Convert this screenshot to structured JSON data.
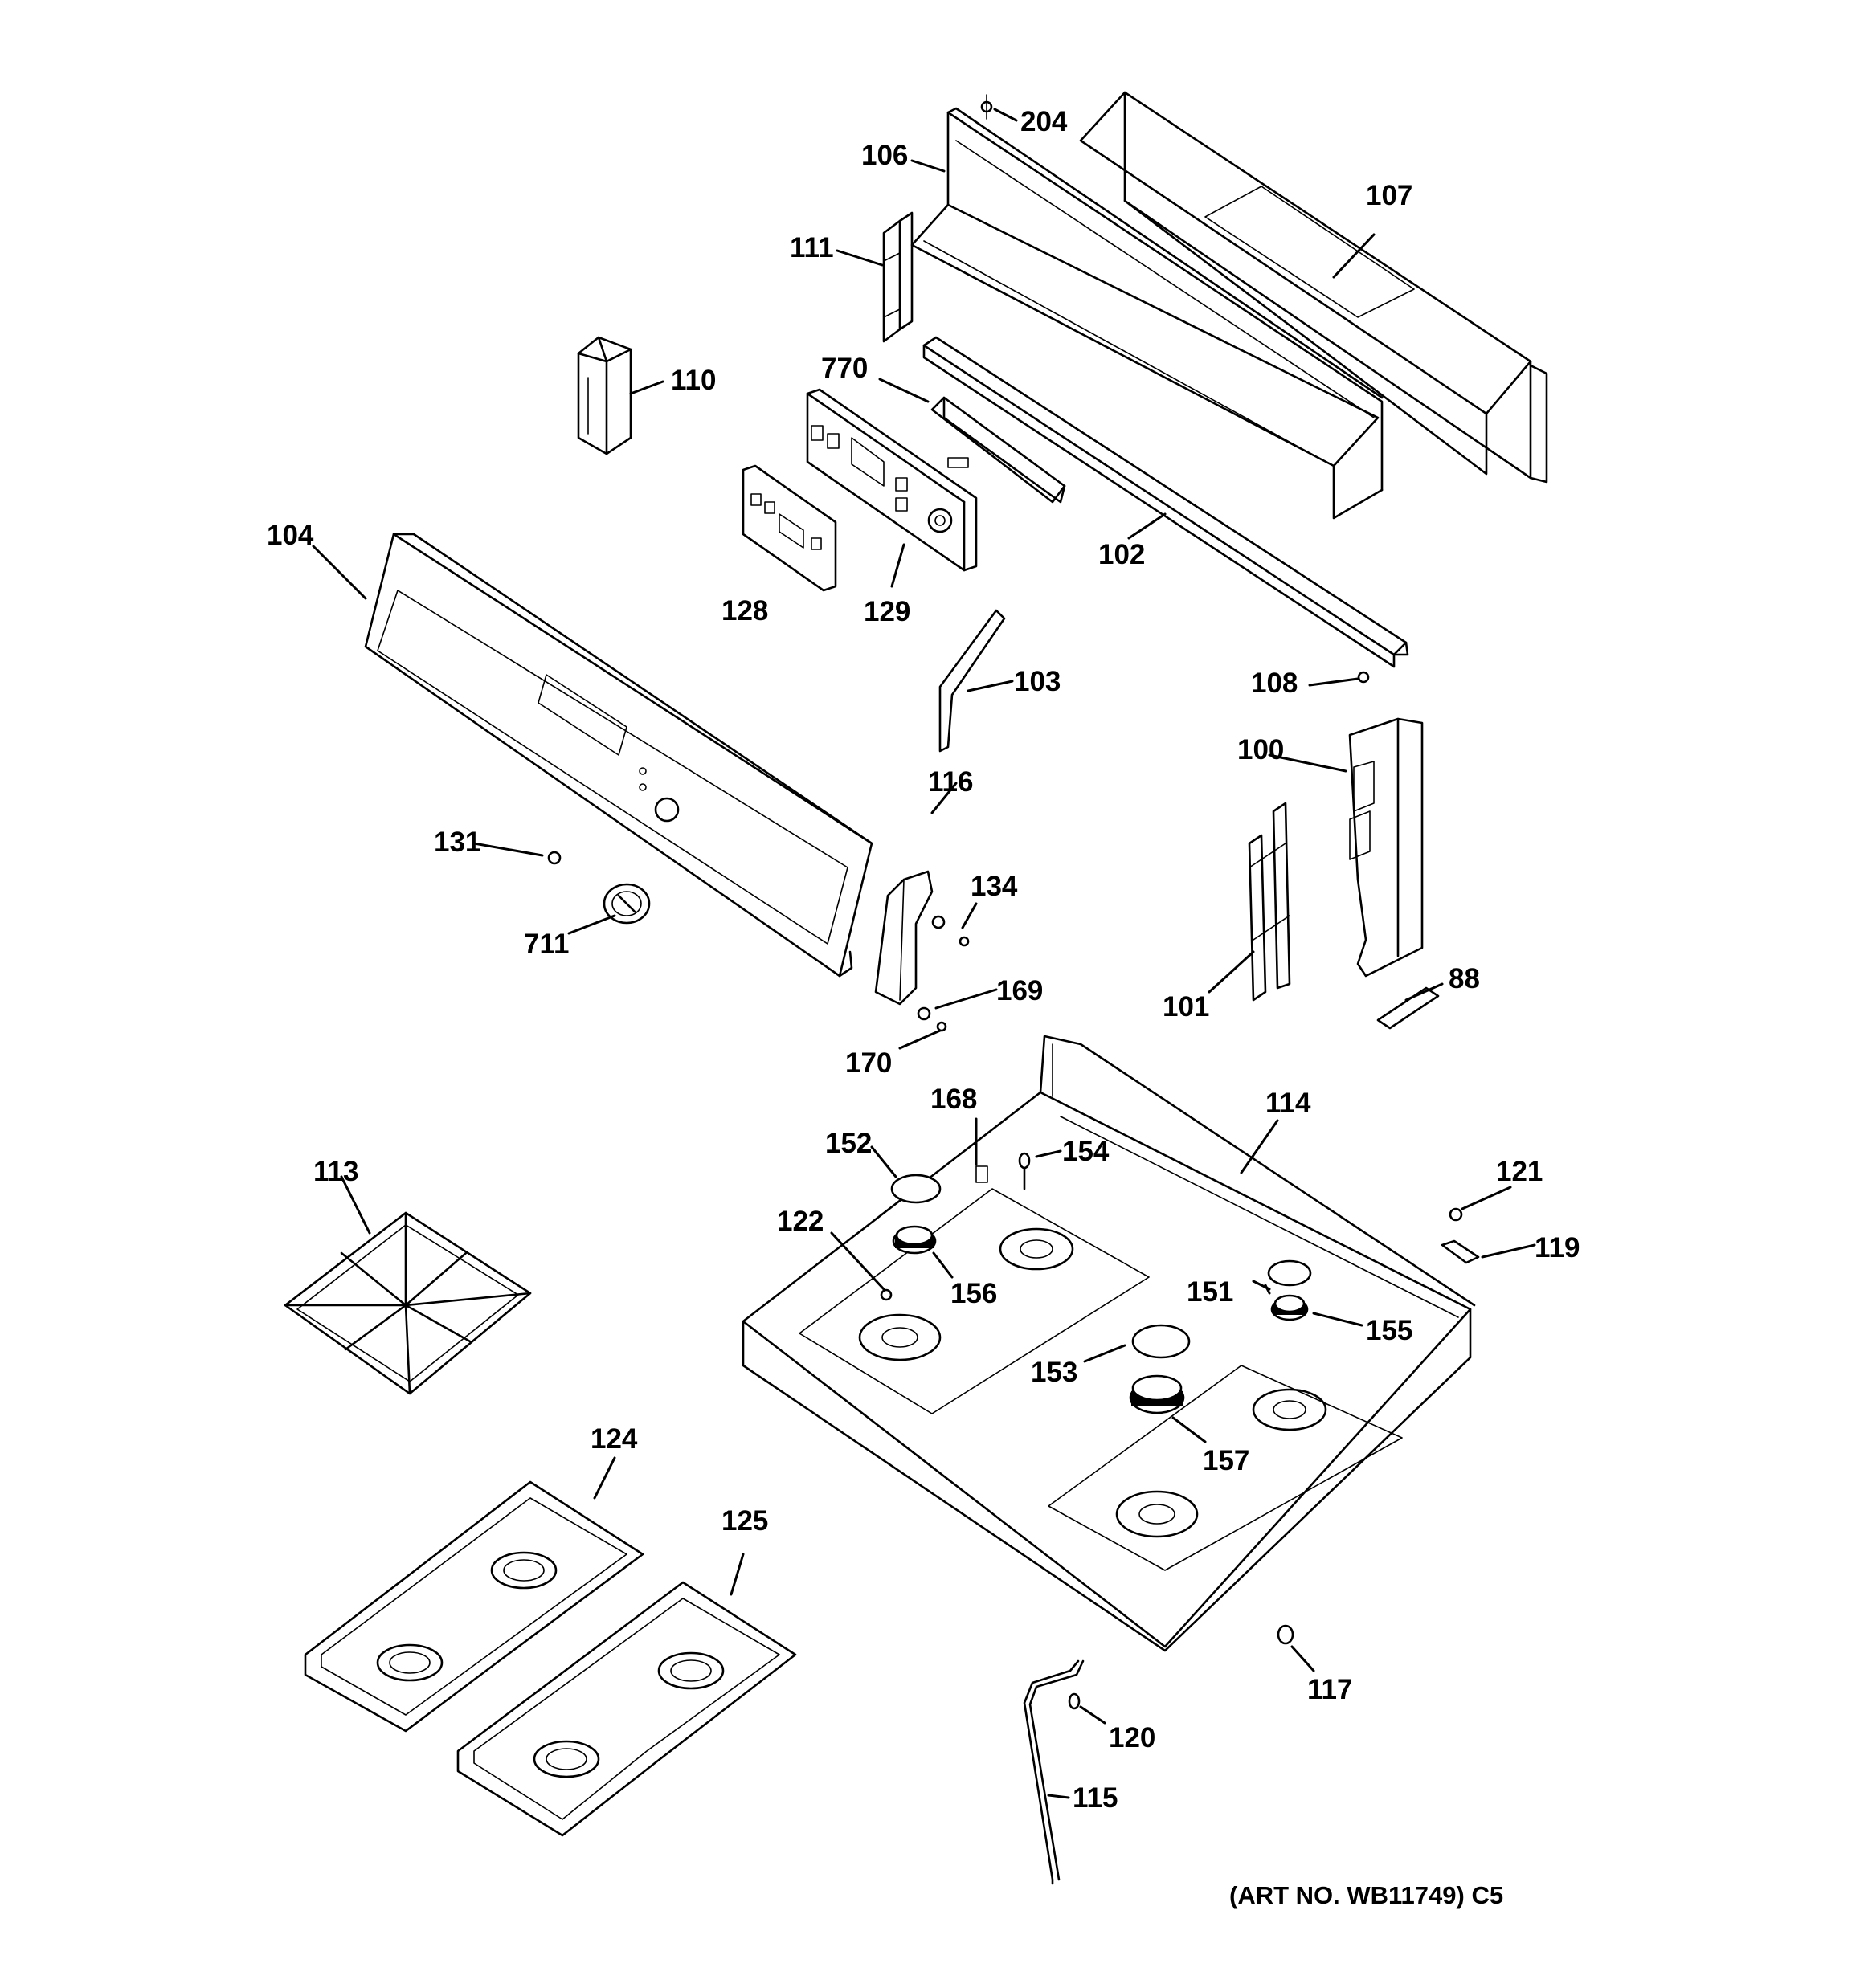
{
  "labels": {
    "p204": "204",
    "p106": "106",
    "p107": "107",
    "p111": "111",
    "p110": "110",
    "p770": "770",
    "p104": "104",
    "p128": "128",
    "p129": "129",
    "p102": "102",
    "p103": "103",
    "p108": "108",
    "p100": "100",
    "p116": "116",
    "p131": "131",
    "p134": "134",
    "p711": "711",
    "p169": "169",
    "p170": "170",
    "p101": "101",
    "p88": "88",
    "p168": "168",
    "p114": "114",
    "p152": "152",
    "p154": "154",
    "p113": "113",
    "p121": "121",
    "p122": "122",
    "p156": "156",
    "p119": "119",
    "p151": "151",
    "p155": "155",
    "p153": "153",
    "p157": "157",
    "p124": "124",
    "p125": "125",
    "p117": "117",
    "p120": "120",
    "p115": "115"
  },
  "art_number": "(ART NO. WB11749) C5"
}
